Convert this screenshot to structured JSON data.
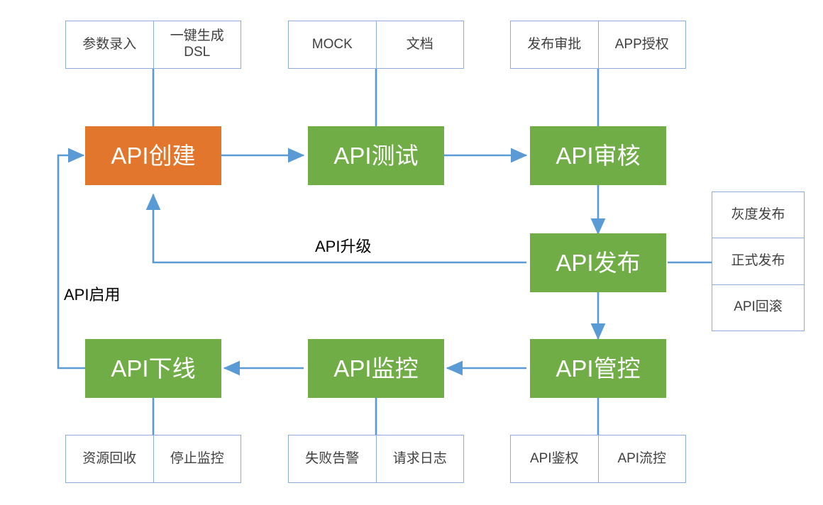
{
  "diagram": {
    "title": "API lifecycle flowchart",
    "colors": {
      "stage_green": "#70ad47",
      "stage_orange": "#e3762d",
      "connector_blue": "#5b9bd5",
      "attr_border": "#8faadc",
      "attr_text": "#404040",
      "label_text": "#000000"
    }
  },
  "stages": [
    {
      "id": "api-create",
      "label": "API创建",
      "color": "orange"
    },
    {
      "id": "api-test",
      "label": "API测试",
      "color": "green"
    },
    {
      "id": "api-review",
      "label": "API审核",
      "color": "green"
    },
    {
      "id": "api-publish",
      "label": "API发布",
      "color": "green"
    },
    {
      "id": "api-govern",
      "label": "API管控",
      "color": "green"
    },
    {
      "id": "api-monitor",
      "label": "API监控",
      "color": "green"
    },
    {
      "id": "api-offline",
      "label": "API下线",
      "color": "green"
    }
  ],
  "attributes": {
    "create_top": {
      "cells": [
        "参数录入",
        "一键生成\nDSL"
      ]
    },
    "test_top": {
      "cells": [
        "MOCK",
        "文档"
      ]
    },
    "review_top": {
      "cells": [
        "发布审批",
        "APP授权"
      ]
    },
    "publish_right": {
      "cells": [
        "灰度发布",
        "正式发布",
        "API回滚"
      ]
    },
    "offline_bottom": {
      "cells": [
        "资源回收",
        "停止监控"
      ]
    },
    "monitor_bottom": {
      "cells": [
        "失败告警",
        "请求日志"
      ]
    },
    "govern_bottom": {
      "cells": [
        "API鉴权",
        "API流控"
      ]
    }
  },
  "edge_labels": {
    "upgrade": "API升级",
    "enable": "API启用"
  }
}
